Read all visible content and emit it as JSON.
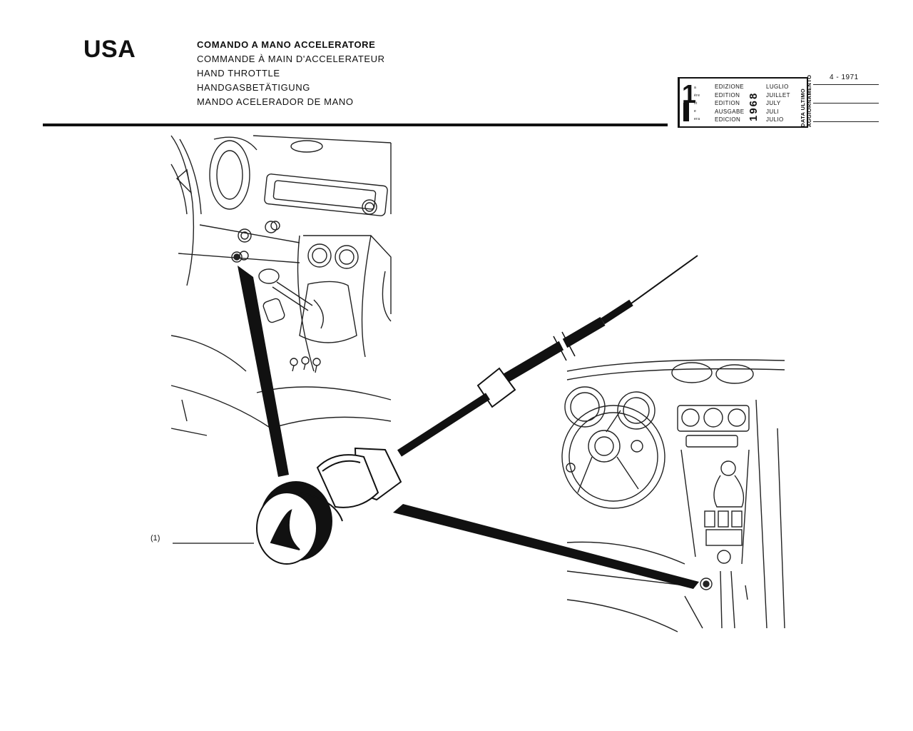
{
  "header": {
    "region": "USA",
    "titles": [
      "COMANDO A MANO ACCELERATORE",
      "COMMANDE À MAIN D'ACCELERATEUR",
      "HAND THROTTLE",
      "HANDGASBETÄTIGUNG",
      "MANDO ACELERADOR DE MANO"
    ]
  },
  "edition": {
    "number": "1",
    "abbreviations": [
      "a",
      "ère",
      "st",
      "e",
      "era"
    ],
    "labels": [
      "EDIZIONE",
      "EDITION",
      "EDITION",
      "AUSGABE",
      "EDICION"
    ],
    "year": "1968",
    "months": [
      "LUGLIO",
      "JUILLET",
      "JULY",
      "JULI",
      "JULIO"
    ]
  },
  "update": {
    "label_line1": "DATA ULTIMO",
    "label_line2": "AGGIORNAMENTO",
    "date": "4 - 1971"
  },
  "diagram": {
    "callout": "(1)"
  }
}
